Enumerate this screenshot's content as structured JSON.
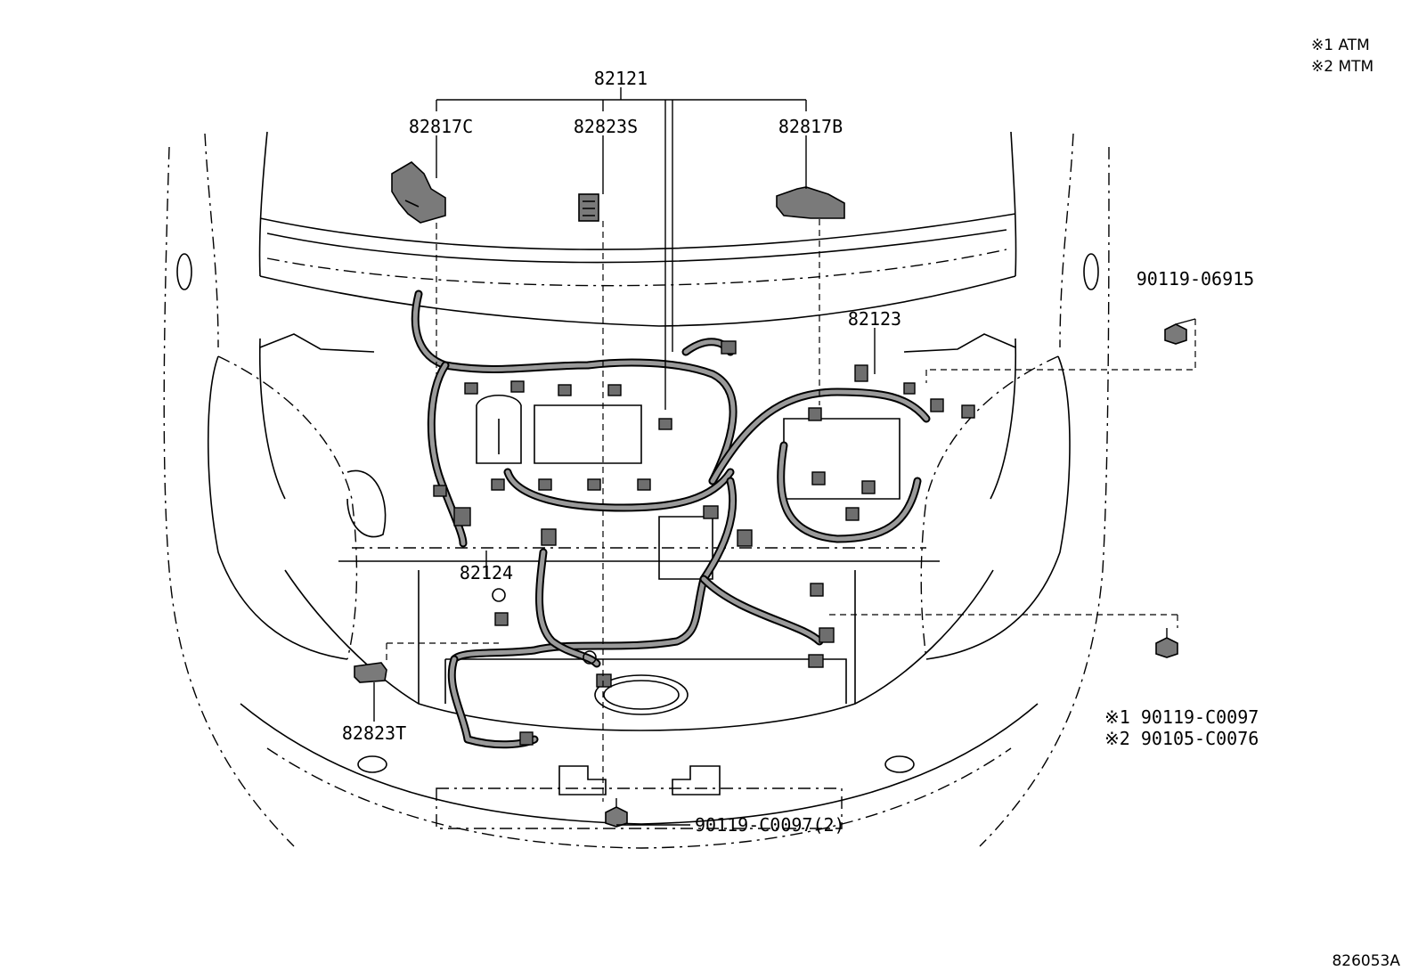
{
  "legend": {
    "note_atm": "※1 ATM",
    "note_mtm": "※2 MTM"
  },
  "labels": {
    "main_harness": "82121",
    "clamp_c": "82817C",
    "connector_s": "82823S",
    "clamp_b": "82817B",
    "sub_harness_right": "82123",
    "sub_harness_left": "82124",
    "connector_t": "82823T",
    "bolt_right_upper": "90119-06915",
    "bolt_right_lower_1": "※1 90119-C0097",
    "bolt_right_lower_2": "※2 90105-C0076",
    "bolt_bottom": "90119-C0097(2)"
  },
  "drawing_code": "826053A",
  "icons": [
    "bolt-icon",
    "clamp-icon",
    "connector-icon"
  ]
}
